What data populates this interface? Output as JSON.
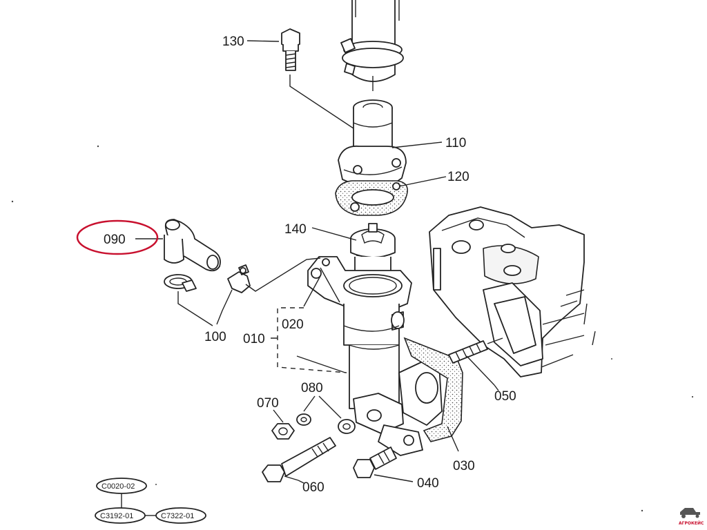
{
  "labels": {
    "p010": "010",
    "p020": "020",
    "p030": "030",
    "p040": "040",
    "p050": "050",
    "p060": "060",
    "p070": "070",
    "p080": "080",
    "p090": "090",
    "p100": "100",
    "p110": "110",
    "p120": "120",
    "p130": "130",
    "p140": "140"
  },
  "references": {
    "ref1": "C0020-02",
    "ref2": "C3192-01",
    "ref3": "C7322-01"
  },
  "highlight": {
    "part": "090",
    "color": "#c8102e"
  },
  "watermark": {
    "text": "АГРОКЕЙС",
    "color": "#c8102e"
  }
}
